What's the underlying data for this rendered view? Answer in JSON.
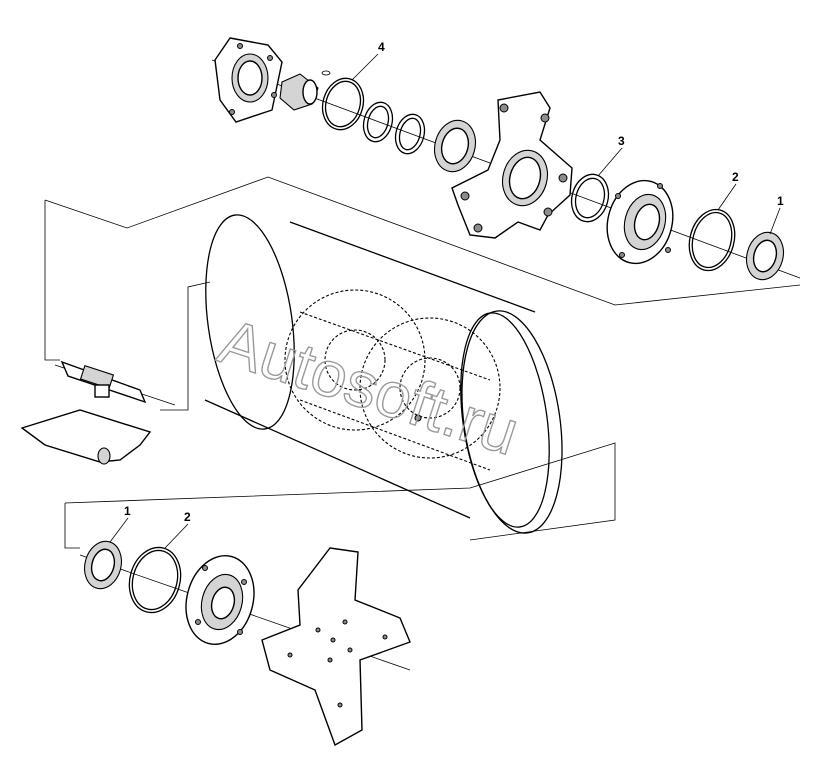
{
  "watermark": "Autosoft.ru",
  "callouts": {
    "c4": "4",
    "c3": "3",
    "c2_top": "2",
    "c1_top": "1",
    "c1_bottom": "1",
    "c2_bottom": "2"
  }
}
